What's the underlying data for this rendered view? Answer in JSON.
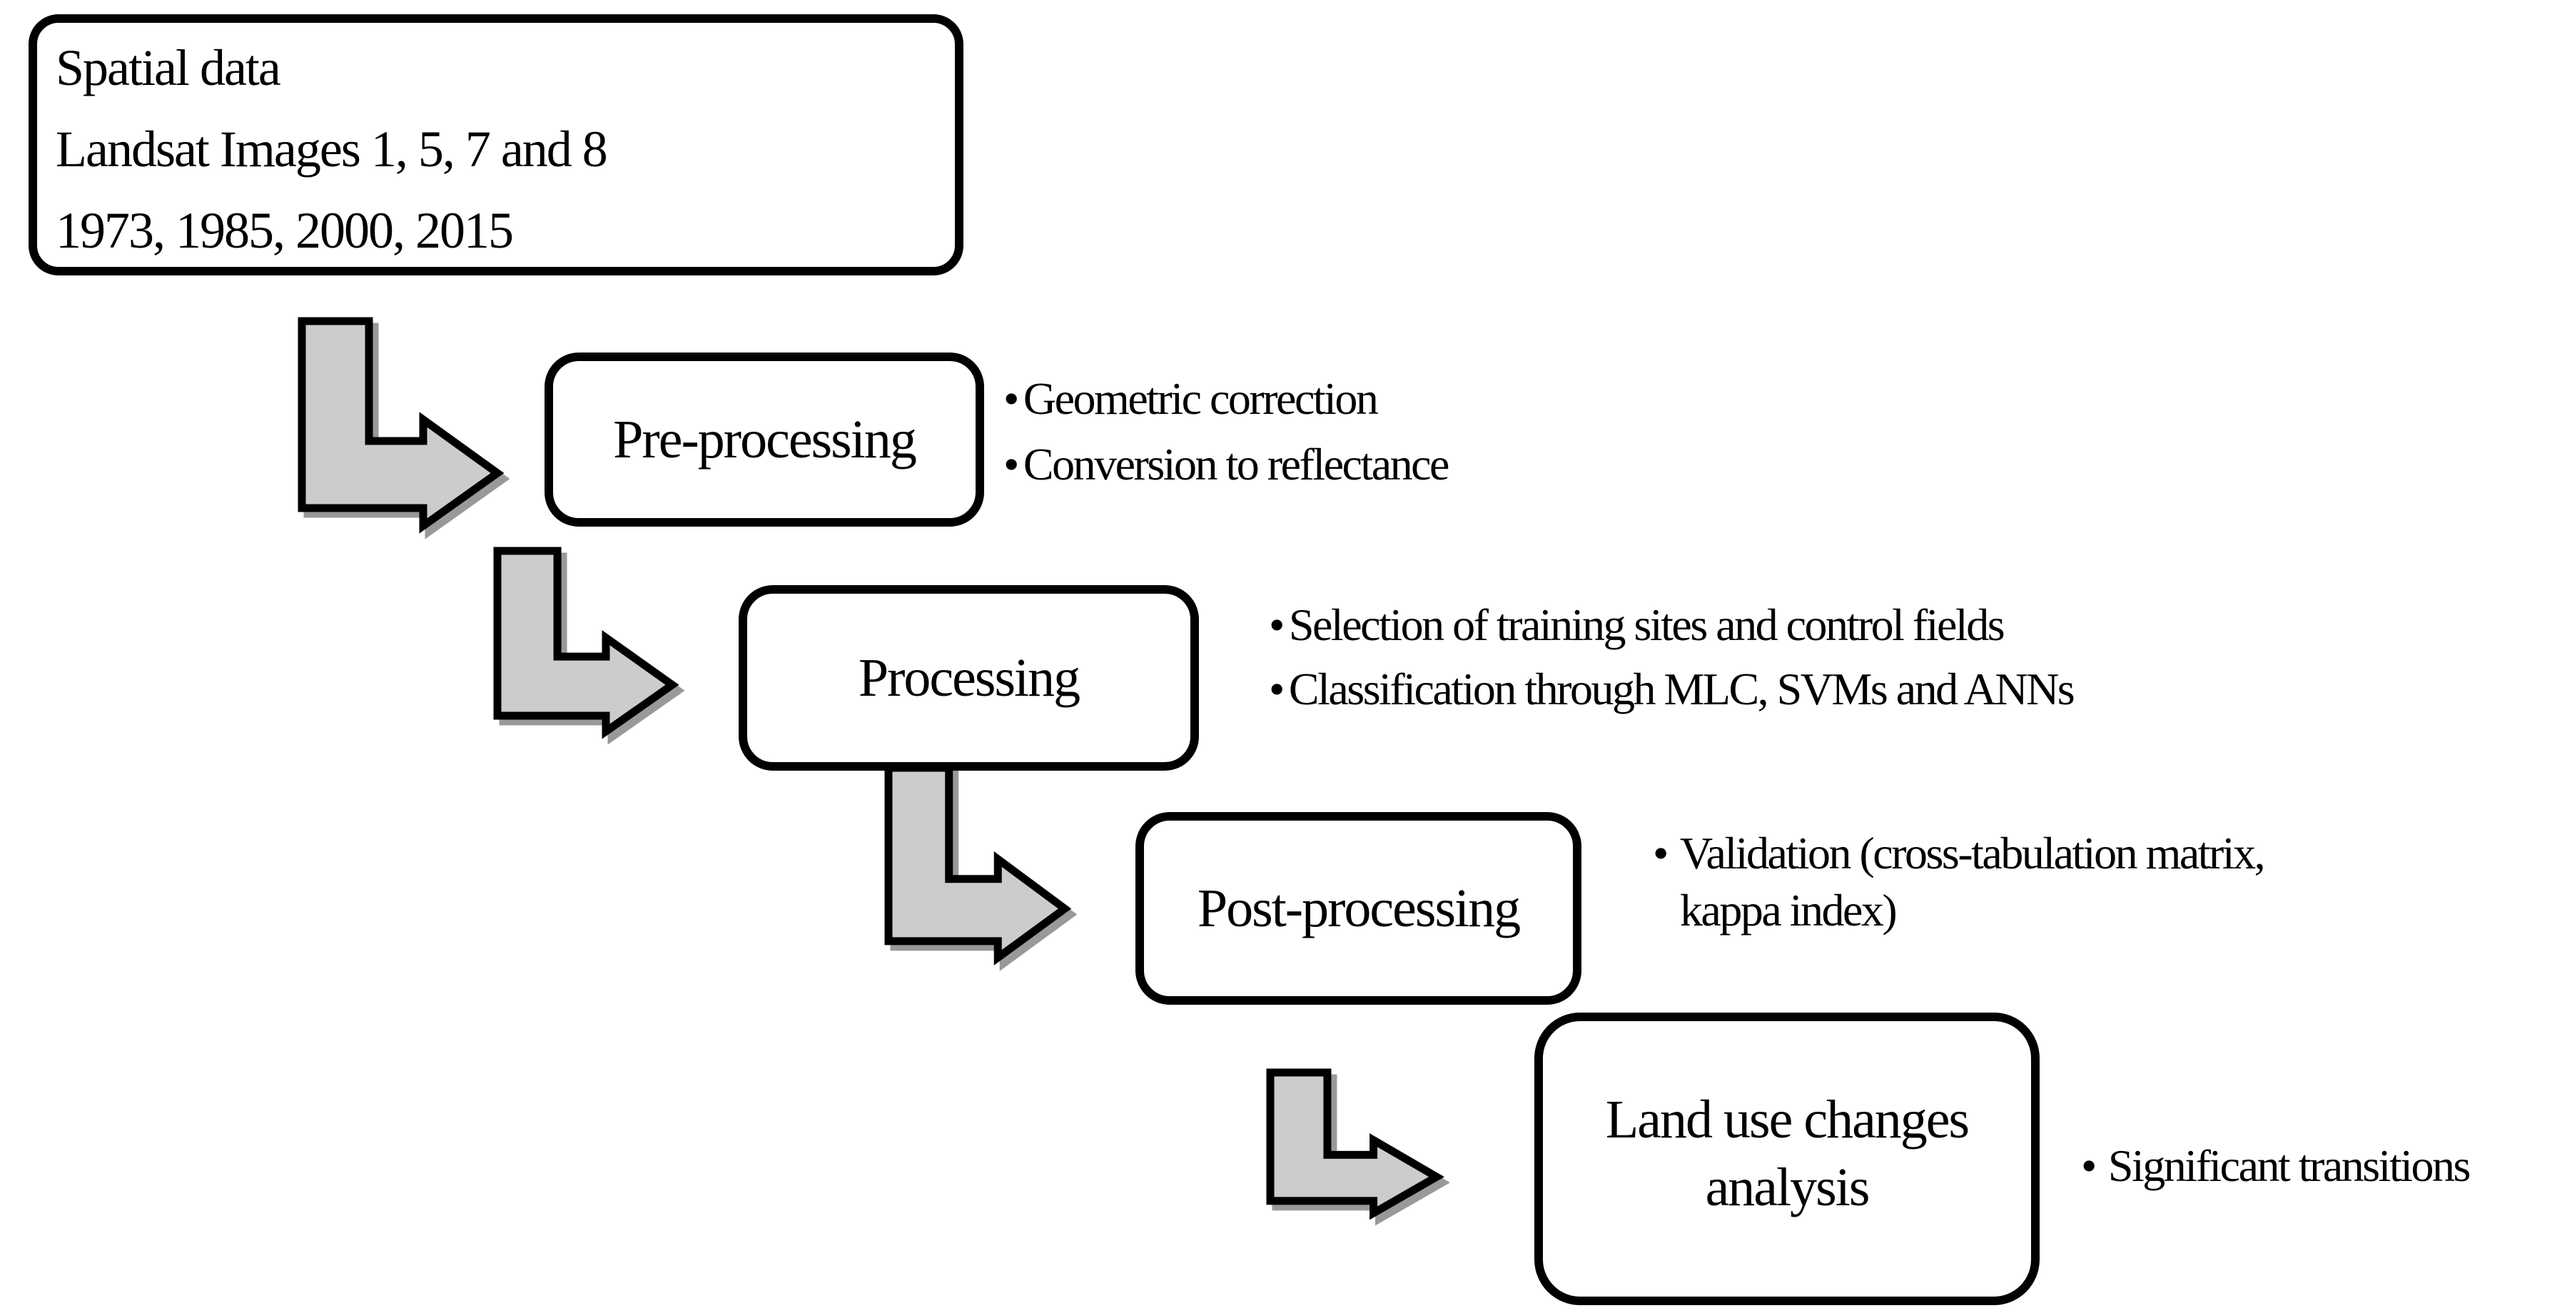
{
  "figure": {
    "type": "flow-diagram",
    "description_visible": false
  },
  "bullet_char": "•",
  "colors": {
    "box_fill": "#ffffff",
    "box_border": "#000000",
    "text": "#000000",
    "arrow_fill": "#cccccc",
    "arrow_outline": "#000000",
    "arrow_shadow": "#999999",
    "bg": "#ffffff"
  },
  "spatial_box": {
    "lines": [
      "Spatial data",
      "Landsat Images 1, 5, 7 and 8",
      "1973, 1985, 2000, 2015"
    ]
  },
  "stages": [
    {
      "label_lines": [
        "Pre-processing"
      ],
      "bullets": [
        {
          "lines": [
            "Geometric correction"
          ]
        },
        {
          "lines": [
            "Conversion to reflectance"
          ]
        }
      ]
    },
    {
      "label_lines": [
        "Processing"
      ],
      "bullets": [
        {
          "lines": [
            "Selection of training sites and control fields"
          ]
        },
        {
          "lines": [
            "Classification through MLC, SVMs and ANNs"
          ]
        }
      ]
    },
    {
      "label_lines": [
        "Post-processing"
      ],
      "bullets": [
        {
          "lines": [
            "Validation (cross-tabulation matrix,",
            "kappa index)"
          ]
        }
      ]
    },
    {
      "label_lines": [
        "Land use changes",
        "analysis"
      ],
      "bullets": [
        {
          "lines": [
            "Significant transitions"
          ]
        }
      ]
    }
  ]
}
